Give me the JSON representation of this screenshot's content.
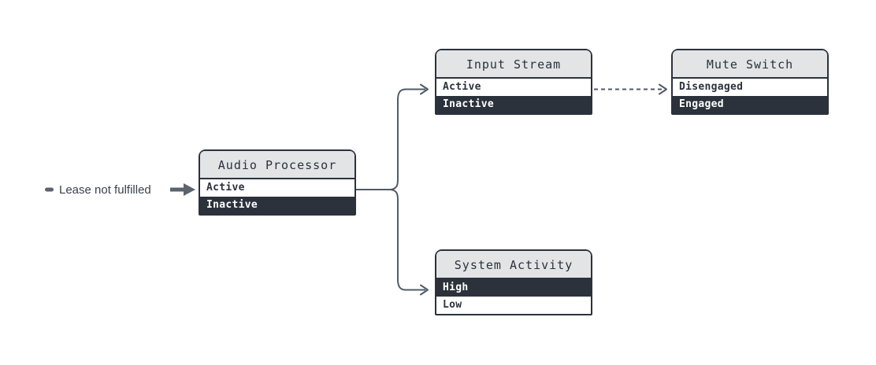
{
  "diagram": {
    "annotation": {
      "label": "Lease not fulfilled",
      "target": "Audio Processor / Active"
    },
    "nodes": [
      {
        "id": "audio-processor",
        "title": "Audio Processor",
        "rows": [
          {
            "label": "Active",
            "variant": "light"
          },
          {
            "label": "Inactive",
            "variant": "dark"
          }
        ]
      },
      {
        "id": "input-stream",
        "title": "Input Stream",
        "rows": [
          {
            "label": "Active",
            "variant": "light"
          },
          {
            "label": "Inactive",
            "variant": "dark"
          }
        ]
      },
      {
        "id": "mute-switch",
        "title": "Mute Switch",
        "rows": [
          {
            "label": "Disengaged",
            "variant": "light"
          },
          {
            "label": "Engaged",
            "variant": "dark"
          }
        ]
      },
      {
        "id": "system-activity",
        "title": "System Activity",
        "rows": [
          {
            "label": "High",
            "variant": "dark"
          },
          {
            "label": "Low",
            "variant": "light"
          }
        ]
      }
    ],
    "edges": [
      {
        "from": "audio-processor.Active",
        "to": "input-stream.Active",
        "style": "solid"
      },
      {
        "from": "audio-processor.Active",
        "to": "system-activity.High",
        "style": "solid"
      },
      {
        "from": "input-stream.Active",
        "to": "mute-switch.Disengaged",
        "style": "dashed"
      }
    ],
    "colors": {
      "node_border": "#2b323c",
      "node_header_bg": "#e2e4e6",
      "row_dark_bg": "#2b323c",
      "row_light_bg": "#ffffff",
      "connector": "#515b66",
      "annotation_arrow": "#5a636e",
      "annotation_text": "#3a424d",
      "background": "#ffffff"
    }
  }
}
